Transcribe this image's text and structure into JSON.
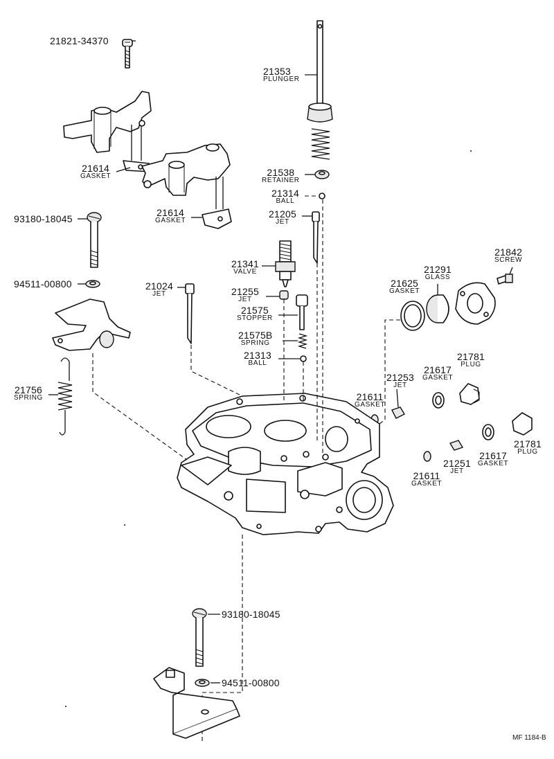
{
  "parts": {
    "p21821": {
      "number": "21821-34370",
      "name": ""
    },
    "p21353": {
      "number": "21353",
      "name": "PLUNGER"
    },
    "p21614a": {
      "number": "21614",
      "name": "GASKET"
    },
    "p21614b": {
      "number": "21614",
      "name": "GASKET"
    },
    "p21538": {
      "number": "21538",
      "name": "RETAINER"
    },
    "p21314": {
      "number": "21314",
      "name": "BALL"
    },
    "p93180a": {
      "number": "93180-18045",
      "name": ""
    },
    "p21205": {
      "number": "21205",
      "name": "JET"
    },
    "p21842": {
      "number": "21842",
      "name": "SCREW"
    },
    "p21341": {
      "number": "21341",
      "name": "VALVE"
    },
    "p21291": {
      "number": "21291",
      "name": "GLASS"
    },
    "p94511a": {
      "number": "94511-00800",
      "name": ""
    },
    "p21024": {
      "number": "21024",
      "name": "JET"
    },
    "p21255": {
      "number": "21255",
      "name": "JET"
    },
    "p21625": {
      "number": "21625",
      "name": "GASKET"
    },
    "p21575": {
      "number": "21575",
      "name": "STOPPER"
    },
    "p21575B": {
      "number": "21575B",
      "name": "SPRING"
    },
    "p21313": {
      "number": "21313",
      "name": "BALL"
    },
    "p21781a": {
      "number": "21781",
      "name": "PLUG"
    },
    "p21617a": {
      "number": "21617",
      "name": "GASKET"
    },
    "p21253": {
      "number": "21253",
      "name": "JET"
    },
    "p21756": {
      "number": "21756",
      "name": "SPRING"
    },
    "p21611a": {
      "number": "21611",
      "name": "GASKET"
    },
    "p21781b": {
      "number": "21781",
      "name": "PLUG"
    },
    "p21617b": {
      "number": "21617",
      "name": "GASKET"
    },
    "p21251": {
      "number": "21251",
      "name": "JET"
    },
    "p21611b": {
      "number": "21611",
      "name": "GASKET"
    },
    "p93180b": {
      "number": "93180-18045",
      "name": ""
    },
    "p94511b": {
      "number": "94511-00800",
      "name": ""
    }
  },
  "drawing_code": "MF 1184-B"
}
